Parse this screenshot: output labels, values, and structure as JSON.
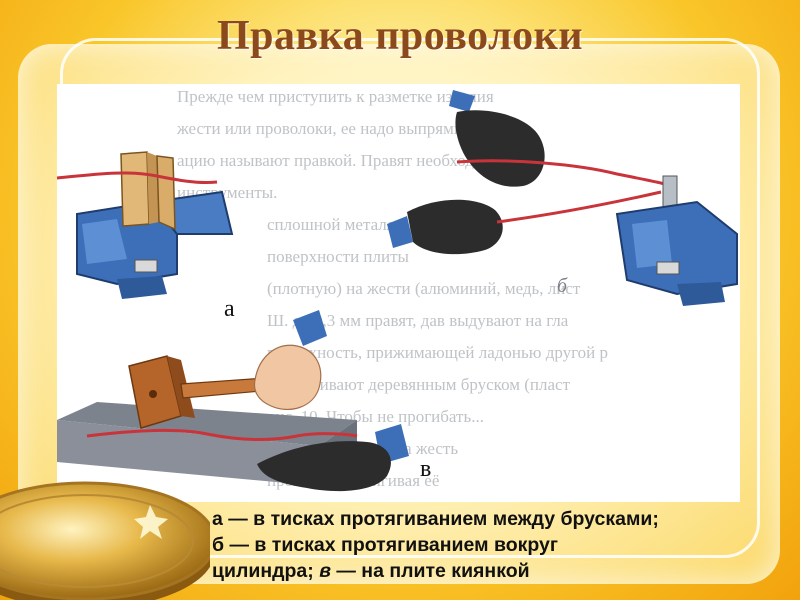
{
  "slide": {
    "title": "Правка проволоки"
  },
  "figure": {
    "label_a": "а",
    "label_b": "б",
    "label_v": "в",
    "background_text_lines": [
      "Прежде чем приступить к разметке изделия",
      "жести или проволоки, ее надо выпрямить. Эту с",
      "ацию называют правкой. Правят необходимые т",
      "инструменты.",
      "сплошной металл правят на",
      "поверхности плиты",
      "(плотную) на жести (алюминий, медь, лист",
      "Ш. до 0,3 мм правят, дав выдувают на гла",
      "поверхность, прижимающей ладонью другой р",
      "выравнивают деревянным бруском (пласт",
      "рис. 10. Чтобы не прогибать...",
      "брусок кладут не на жесть",
      "проволоку, натягивая её"
    ]
  },
  "caption": {
    "line1": "а — в тисках протягиванием между брусками;",
    "line2": "б — в тисках протягиванием вокруг",
    "line3_start": "цилиндра; ",
    "line3_italic": "в",
    "line3_end": " — на плите киянкой"
  },
  "colors": {
    "title": "#8c4a1c",
    "vise_blue": "#3d6fb8",
    "wire": "#c8343a",
    "glove": "#2c2c2c",
    "mallet_wood": "#b5642a",
    "plate": "#8a8f99"
  }
}
